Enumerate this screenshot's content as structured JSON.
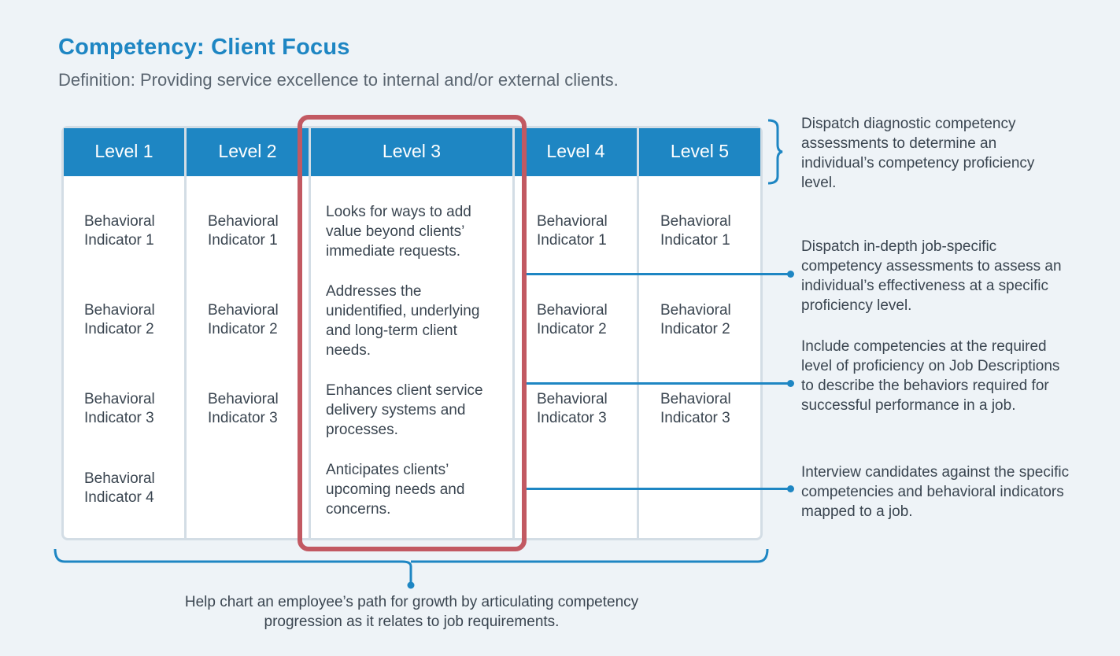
{
  "title": "Competency: Client Focus",
  "definition": "Definition: Providing service excellence to internal and/or external clients.",
  "levels": [
    "Level 1",
    "Level 2",
    "Level 3",
    "Level 4",
    "Level 5"
  ],
  "level1_indicators": [
    "Behavioral\nIndicator 1",
    "Behavioral\nIndicator 2",
    "Behavioral\nIndicator 3",
    "Behavioral\nIndicator 4"
  ],
  "level2_indicators": [
    "Behavioral\nIndicator 1",
    "Behavioral\nIndicator 2",
    "Behavioral\nIndicator 3"
  ],
  "level3_items": [
    "Looks for ways to add value beyond clients’ immediate requests.",
    "Addresses the unidentified, underlying and long-term client needs.",
    "Enhances client service delivery systems and processes.",
    "Anticipates clients’ upcoming needs and concerns."
  ],
  "level4_indicators": [
    "Behavioral\nIndicator 1",
    "Behavioral\nIndicator 2",
    "Behavioral\nIndicator 3"
  ],
  "level5_indicators": [
    "Behavioral\nIndicator 1",
    "Behavioral\nIndicator 2",
    "Behavioral\nIndicator 3"
  ],
  "side_notes": [
    "Dispatch diagnostic competency assessments to determine an individual’s competency proficiency level.",
    "Dispatch in-depth job-specific competency assessments to assess an individual’s effectiveness at a specific proficiency level.",
    "Include competencies at the required level of proficiency on Job Descriptions to describe the behaviors required for successful performance in a job.",
    "Interview candidates against the specific competencies and behavioral indicators mapped to a job."
  ],
  "bottom_note": "Help chart an employee’s path for growth by articulating competency progression as it relates to job requirements.",
  "colors": {
    "accent_blue": "#1e86c3",
    "highlight_red": "#c25962",
    "border_gray": "#d3dde5",
    "background": "#eef3f7"
  }
}
